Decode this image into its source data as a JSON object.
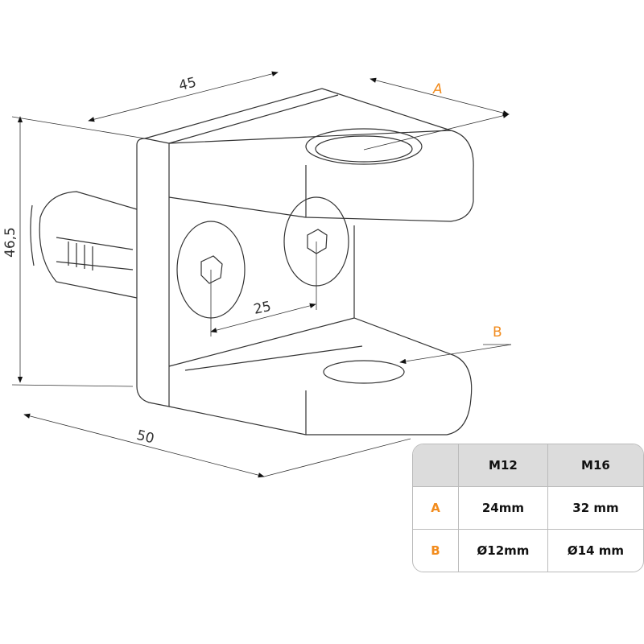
{
  "dimensions": {
    "width": "45",
    "height": "46,5",
    "depth": "50",
    "hole_spacing": "25"
  },
  "labels": {
    "a": "A",
    "b": "B"
  },
  "spec_table": {
    "headers": [
      "",
      "M12",
      "M16"
    ],
    "rows": [
      {
        "label": "A",
        "m12": "24mm",
        "m16": "32 mm"
      },
      {
        "label": "B",
        "m12": "Ø12mm",
        "m16": "Ø14 mm"
      }
    ]
  },
  "colors": {
    "accent": "#f28c1e",
    "line": "#333333"
  }
}
